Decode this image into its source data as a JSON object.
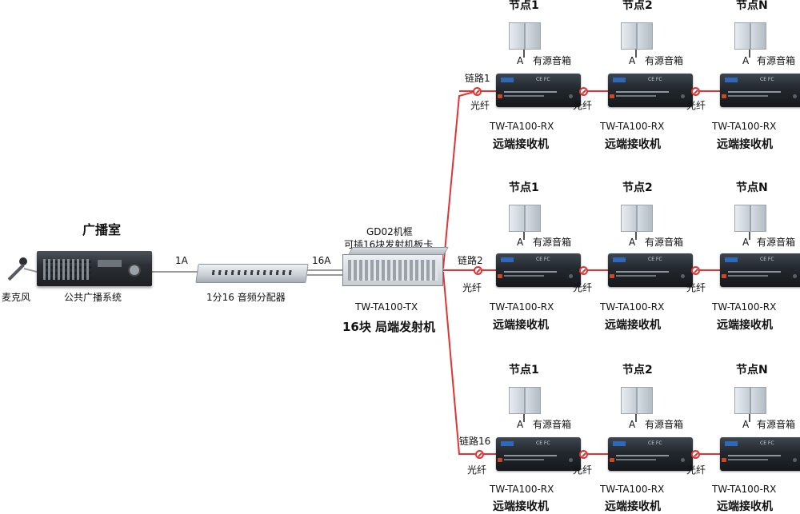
{
  "broadcast_room": {
    "title": "广播室",
    "microphone_label": "麦克风",
    "pa_system_label": "公共广播系统",
    "link_1a": "1A",
    "distributor_label": "1分16 音频分配器",
    "link_16a": "16A"
  },
  "transmitter": {
    "chassis_label": "GD02机框",
    "card_label": "可插16块发射机板卡",
    "model": "TW-TA100-TX",
    "title": "16块 局端发射机"
  },
  "links": [
    {
      "label": "链路1",
      "nodes": [
        "节点1",
        "节点2",
        "节点N"
      ]
    },
    {
      "label": "链路2",
      "nodes": [
        "节点1",
        "节点2",
        "节点N"
      ]
    },
    {
      "label": "链路16",
      "nodes": [
        "节点1",
        "节点2",
        "节点N"
      ]
    }
  ],
  "receiver": {
    "model": "TW-TA100-RX",
    "title": "远端接收机",
    "speaker_label": "有源音箱",
    "audio_port": "A",
    "fiber_label": "光纤"
  },
  "colors": {
    "fiber": "#e03434",
    "audio_cable": "#9a9a9a"
  }
}
